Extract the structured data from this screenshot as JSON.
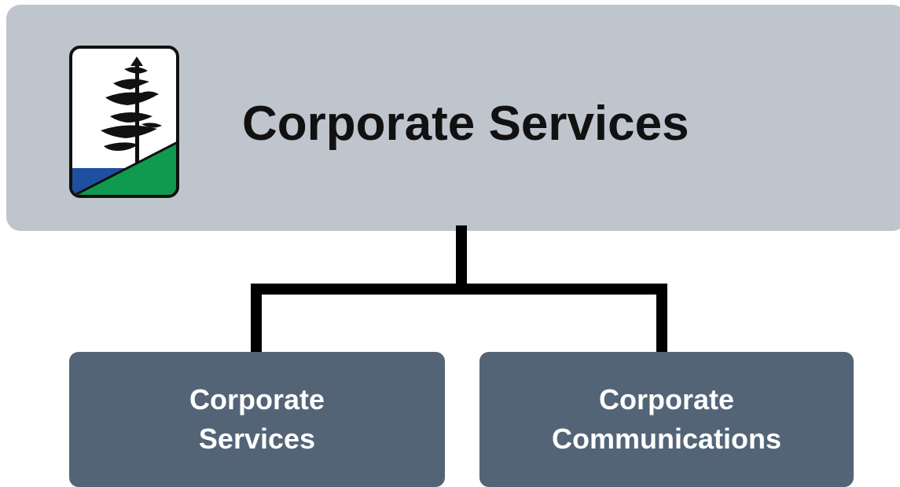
{
  "header": {
    "title": "Corporate Services",
    "logo": "pine-tree-logo"
  },
  "children": [
    {
      "line1": "Corporate",
      "line2": "Services"
    },
    {
      "line1": "Corporate",
      "line2": "Communications"
    }
  ],
  "colors": {
    "header_bg": "#bfc5cc",
    "child_bg": "#536477",
    "connector": "#000000",
    "logo_green": "#0f9a4f",
    "logo_blue": "#1f4fa0"
  }
}
